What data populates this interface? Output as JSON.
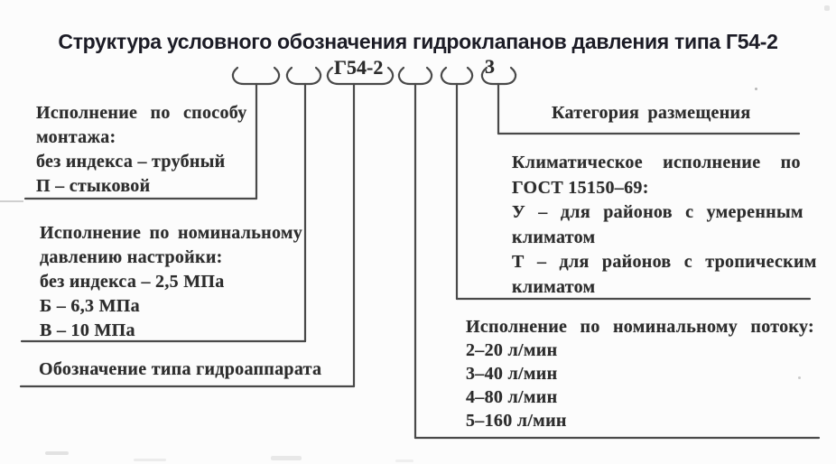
{
  "title": "Структура условного обозначения гидроклапанов давления типа Г54-2",
  "code_labels": {
    "model": "Г54-2",
    "category": "3"
  },
  "blocks": {
    "mounting": {
      "lines": [
        "Исполнение по способу",
        "монтажа:",
        "без индекса – трубный",
        "П – стыковой"
      ]
    },
    "pressure": {
      "lines": [
        "Исполнение по номинальному",
        "давлению настройки:",
        "без индекса – 2,5 МПа",
        "Б – 6,3 МПа",
        "В – 10 МПа"
      ]
    },
    "type": {
      "lines": [
        "Обозначение типа гидроаппарата"
      ]
    },
    "placement": {
      "lines": [
        "Категория размещения"
      ]
    },
    "climate": {
      "lines": [
        "Климатическое исполнение по",
        "ГОСТ 15150–69:",
        "У – для районов с умеренным",
        "климатом",
        "Т – для районов с тропическим",
        "климатом"
      ]
    },
    "flow": {
      "lines": [
        "Исполнение по номинальному потоку:",
        "2–20 л/мин",
        "3–40 л/мин",
        "4–80 л/мин",
        "5–160 л/мин"
      ]
    }
  },
  "colors": {
    "background": "#fcfcfc",
    "ink": "#2d2d2d",
    "line": "#3c3c3c",
    "title_ink": "#1c1c26"
  }
}
